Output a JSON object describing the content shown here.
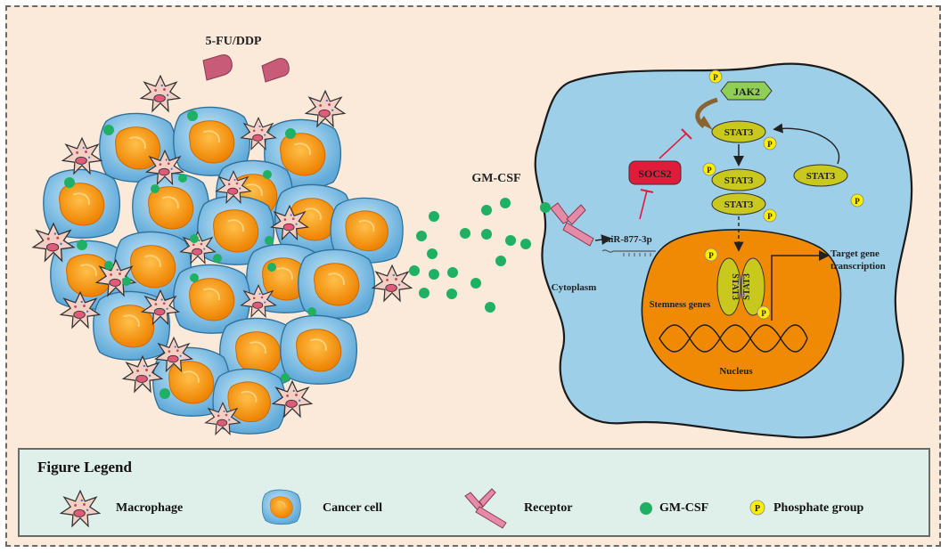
{
  "drug_label": "5-FU/DDP",
  "gmcsf_label": "GM-CSF",
  "cell": {
    "jak2": "JAK2",
    "stat3": "STAT3",
    "socs2": "SOCS2",
    "mirna": "miR-877-3p",
    "cytoplasm": "Cytoplasm",
    "stemness": "Stemness genes",
    "nucleus": "Nucleus",
    "target_line1": "Target gene",
    "target_line2": "transcription",
    "phosphate": "P"
  },
  "legend": {
    "title": "Figure Legend",
    "macrophage": "Macrophage",
    "cancer_cell": "Cancer cell",
    "receptor": "Receptor",
    "gmcsf": "GM-CSF",
    "phosphate": "Phosphate group",
    "phosphate_symbol": "P"
  },
  "colors": {
    "background": "#fbe9d9",
    "cell_fill": "#9ecfe9",
    "nucleus_fill": "#f08a05",
    "stat3_fill": "#c9c81e",
    "socs2_fill": "#e01c3a",
    "jak2_fill": "#8fcf55",
    "gmcsf_dot": "#1fb064",
    "phosphate_fill": "#ffee00",
    "legend_bg": "#dff0ea"
  }
}
